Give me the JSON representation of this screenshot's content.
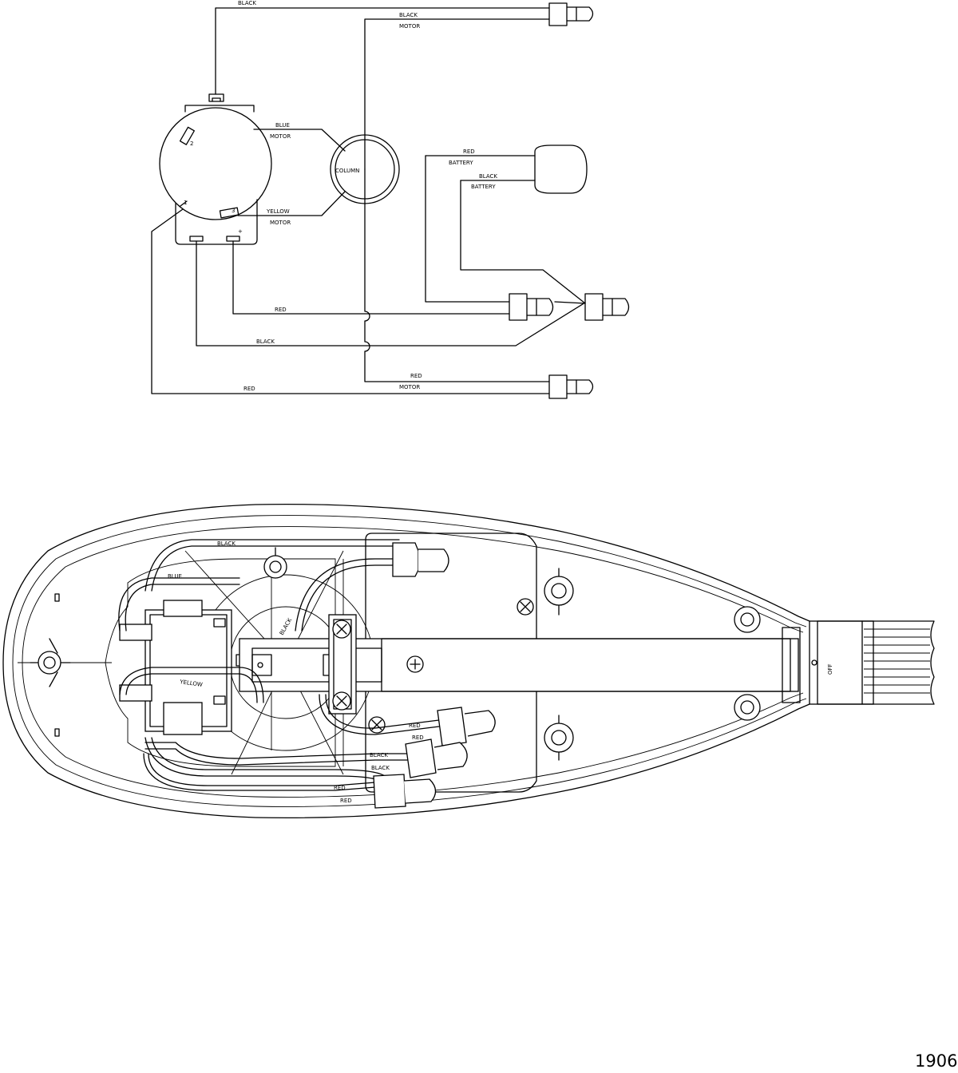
{
  "schematic": {
    "labels": {
      "black_top": "BLACK",
      "black_motor_color": "BLACK",
      "black_motor_word": "MOTOR",
      "blue": "BLUE",
      "blue_motor": "MOTOR",
      "yellow": "YELLOW",
      "yellow_motor": "MOTOR",
      "column": "COLUMN",
      "red_battery_color": "RED",
      "red_battery_word": "BATTERY",
      "black_battery_color": "BLACK",
      "black_battery_word": "BATTERY",
      "red_switch": "RED",
      "black_switch": "BLACK",
      "red_motor_color": "RED",
      "red_motor_word": "MOTOR",
      "red_bottom": "RED",
      "switch_2": "2",
      "switch_3": "3",
      "switch_1": "1",
      "switch_plus": "+"
    }
  },
  "assembly": {
    "labels": {
      "black": "BLACK",
      "blue": "BLUE",
      "yellow": "YELLOW",
      "black_center": "BLACK",
      "red_1": "RED",
      "red_2": "RED",
      "black_1": "BLACK",
      "black_2": "BLACK",
      "red_3": "RED",
      "red_4": "RED",
      "off": "OFF"
    }
  },
  "figure_number": "1906"
}
